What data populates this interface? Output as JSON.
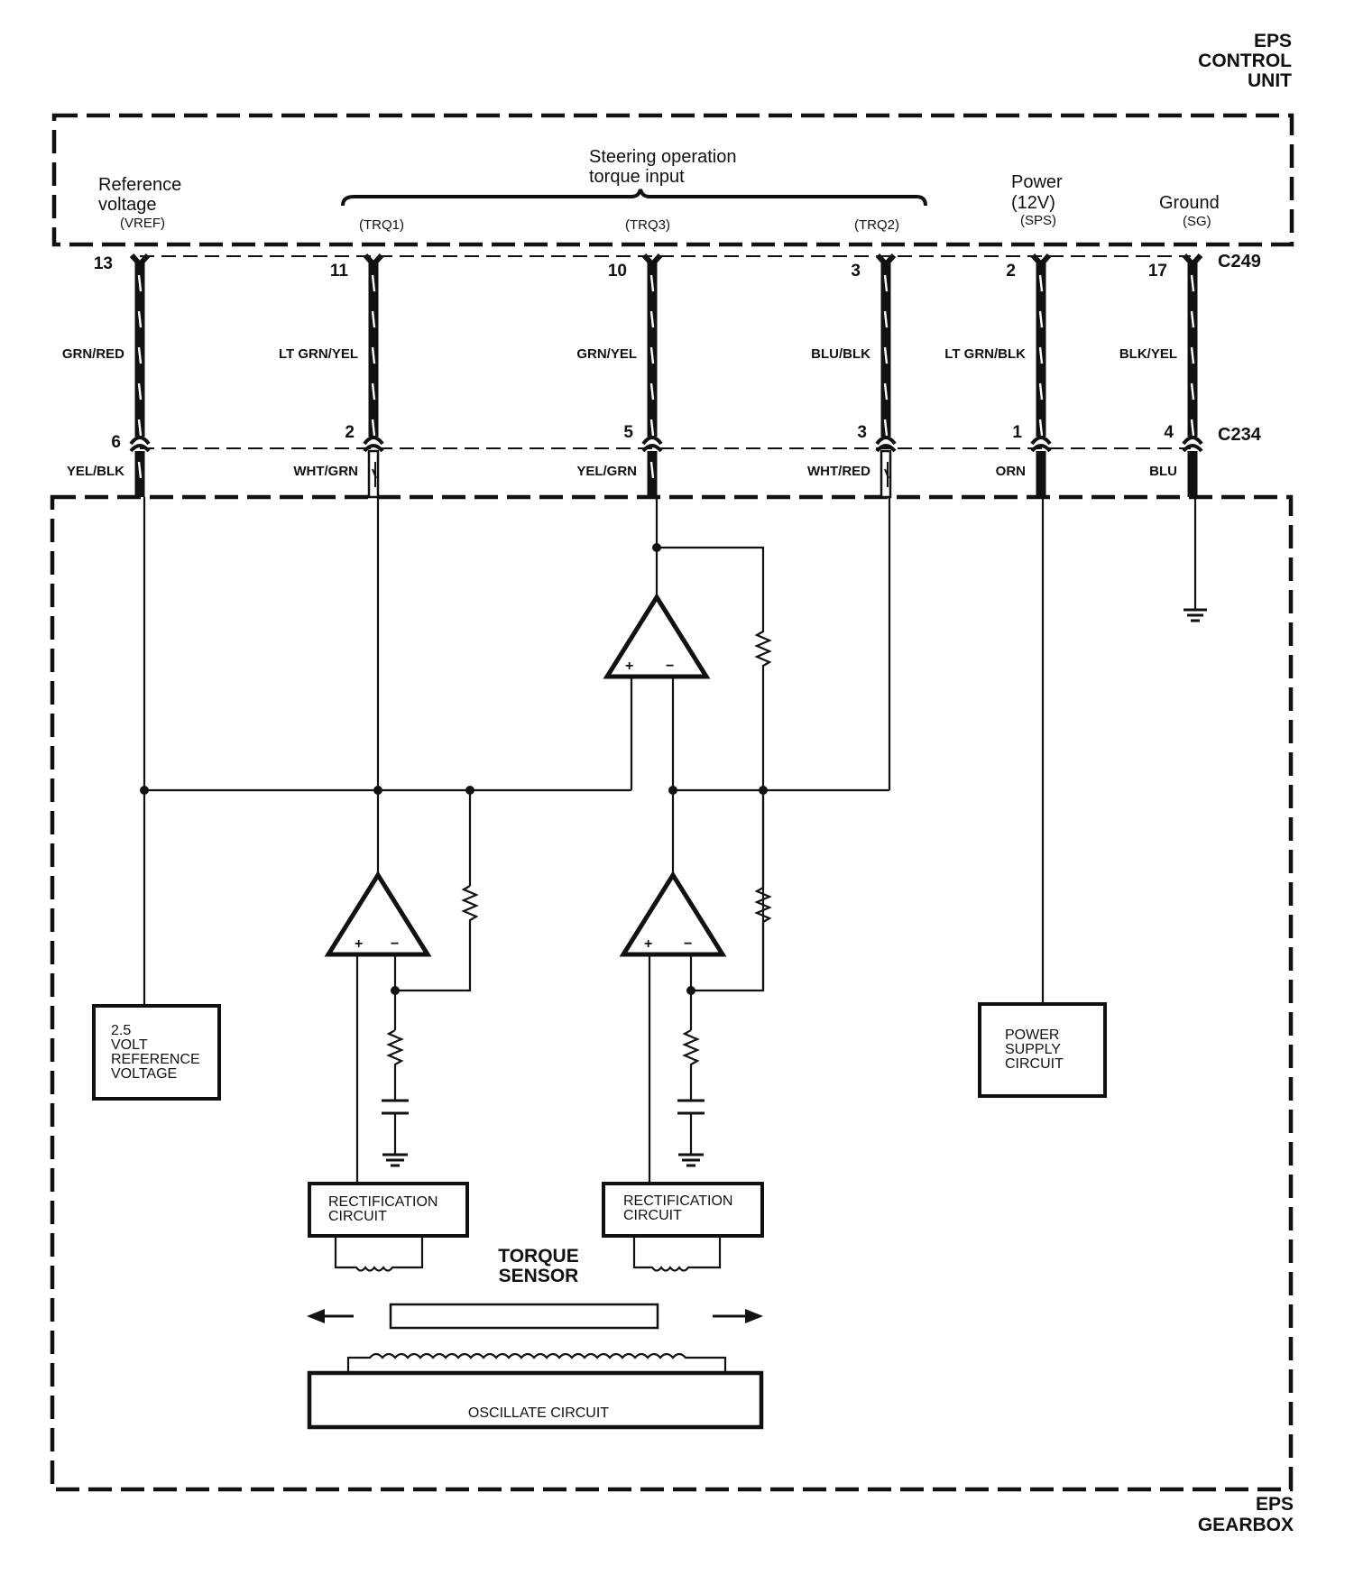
{
  "units": {
    "control_unit": {
      "label_lines": [
        "EPS",
        "CONTROL",
        "UNIT"
      ]
    },
    "gearbox": {
      "label_lines": [
        "EPS",
        "GEARBOX"
      ]
    }
  },
  "signals": {
    "vref": {
      "lines": [
        "Reference",
        "voltage"
      ],
      "code": "(VREF)"
    },
    "torque_group": {
      "lines": [
        "Steering operation",
        "torque input"
      ]
    },
    "trq1": {
      "code": "(TRQ1)"
    },
    "trq3": {
      "code": "(TRQ3)"
    },
    "trq2": {
      "code": "(TRQ2)"
    },
    "power": {
      "lines": [
        "Power",
        "(12V)"
      ],
      "code": "(SPS)"
    },
    "ground": {
      "lines": [
        "Ground"
      ],
      "code": "(SG)"
    }
  },
  "connectors": {
    "upper": "C249",
    "lower": "C234"
  },
  "circuits": [
    {
      "id": "vref",
      "upper_pin": "13",
      "upper_wire": "GRN/RED",
      "lower_pin": "6",
      "lower_wire": "YEL/BLK"
    },
    {
      "id": "trq1",
      "upper_pin": "11",
      "upper_wire": "LT GRN/YEL",
      "lower_pin": "2",
      "lower_wire": "WHT/GRN"
    },
    {
      "id": "trq3",
      "upper_pin": "10",
      "upper_wire": "GRN/YEL",
      "lower_pin": "5",
      "lower_wire": "YEL/GRN"
    },
    {
      "id": "trq2",
      "upper_pin": "3",
      "upper_wire": "BLU/BLK",
      "lower_pin": "3",
      "lower_wire": "WHT/RED"
    },
    {
      "id": "power",
      "upper_pin": "2",
      "upper_wire": "LT GRN/BLK",
      "lower_pin": "1",
      "lower_wire": "ORN"
    },
    {
      "id": "ground",
      "upper_pin": "17",
      "upper_wire": "BLK/YEL",
      "lower_pin": "4",
      "lower_wire": "BLU"
    }
  ],
  "blocks": {
    "ref_voltage": {
      "lines": [
        "2.5",
        "VOLT",
        "REFERENCE",
        "VOLTAGE"
      ]
    },
    "power_supply": {
      "lines": [
        "POWER",
        "SUPPLY",
        "CIRCUIT"
      ]
    },
    "rect_left": {
      "lines": [
        "RECTIFICATION",
        "CIRCUIT"
      ]
    },
    "rect_right": {
      "lines": [
        "RECTIFICATION",
        "CIRCUIT"
      ]
    },
    "oscillate": {
      "label": "OSCILLATE CIRCUIT"
    },
    "torque_sensor": {
      "lines": [
        "TORQUE",
        "SENSOR"
      ]
    }
  },
  "opamp_symbols": {
    "plus": "+",
    "minus": "−"
  }
}
